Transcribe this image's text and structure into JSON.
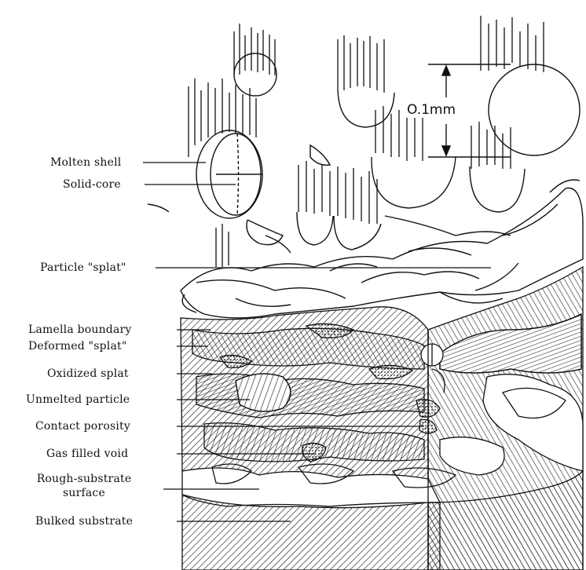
{
  "diagram": {
    "scale_label": "O.1mm",
    "labels": [
      {
        "id": "molten-shell",
        "text": "Molten shell"
      },
      {
        "id": "solid-core",
        "text": "Solid-core"
      },
      {
        "id": "particle-splat",
        "text": "Particle \"splat\""
      },
      {
        "id": "lamella-boundary",
        "text": "Lamella boundary"
      },
      {
        "id": "deformed-splat",
        "text": "Deformed \"splat\""
      },
      {
        "id": "oxidized-splat",
        "text": "Oxidized splat"
      },
      {
        "id": "unmelted-particle",
        "text": "Unmelted particle"
      },
      {
        "id": "contact-porosity",
        "text": "Contact porosity"
      },
      {
        "id": "gas-filled-void",
        "text": "Gas filled void"
      },
      {
        "id": "rough-substrate",
        "text": "Rough-substrate surface"
      },
      {
        "id": "bulked-substrate",
        "text": "Bulked substrate"
      }
    ]
  }
}
